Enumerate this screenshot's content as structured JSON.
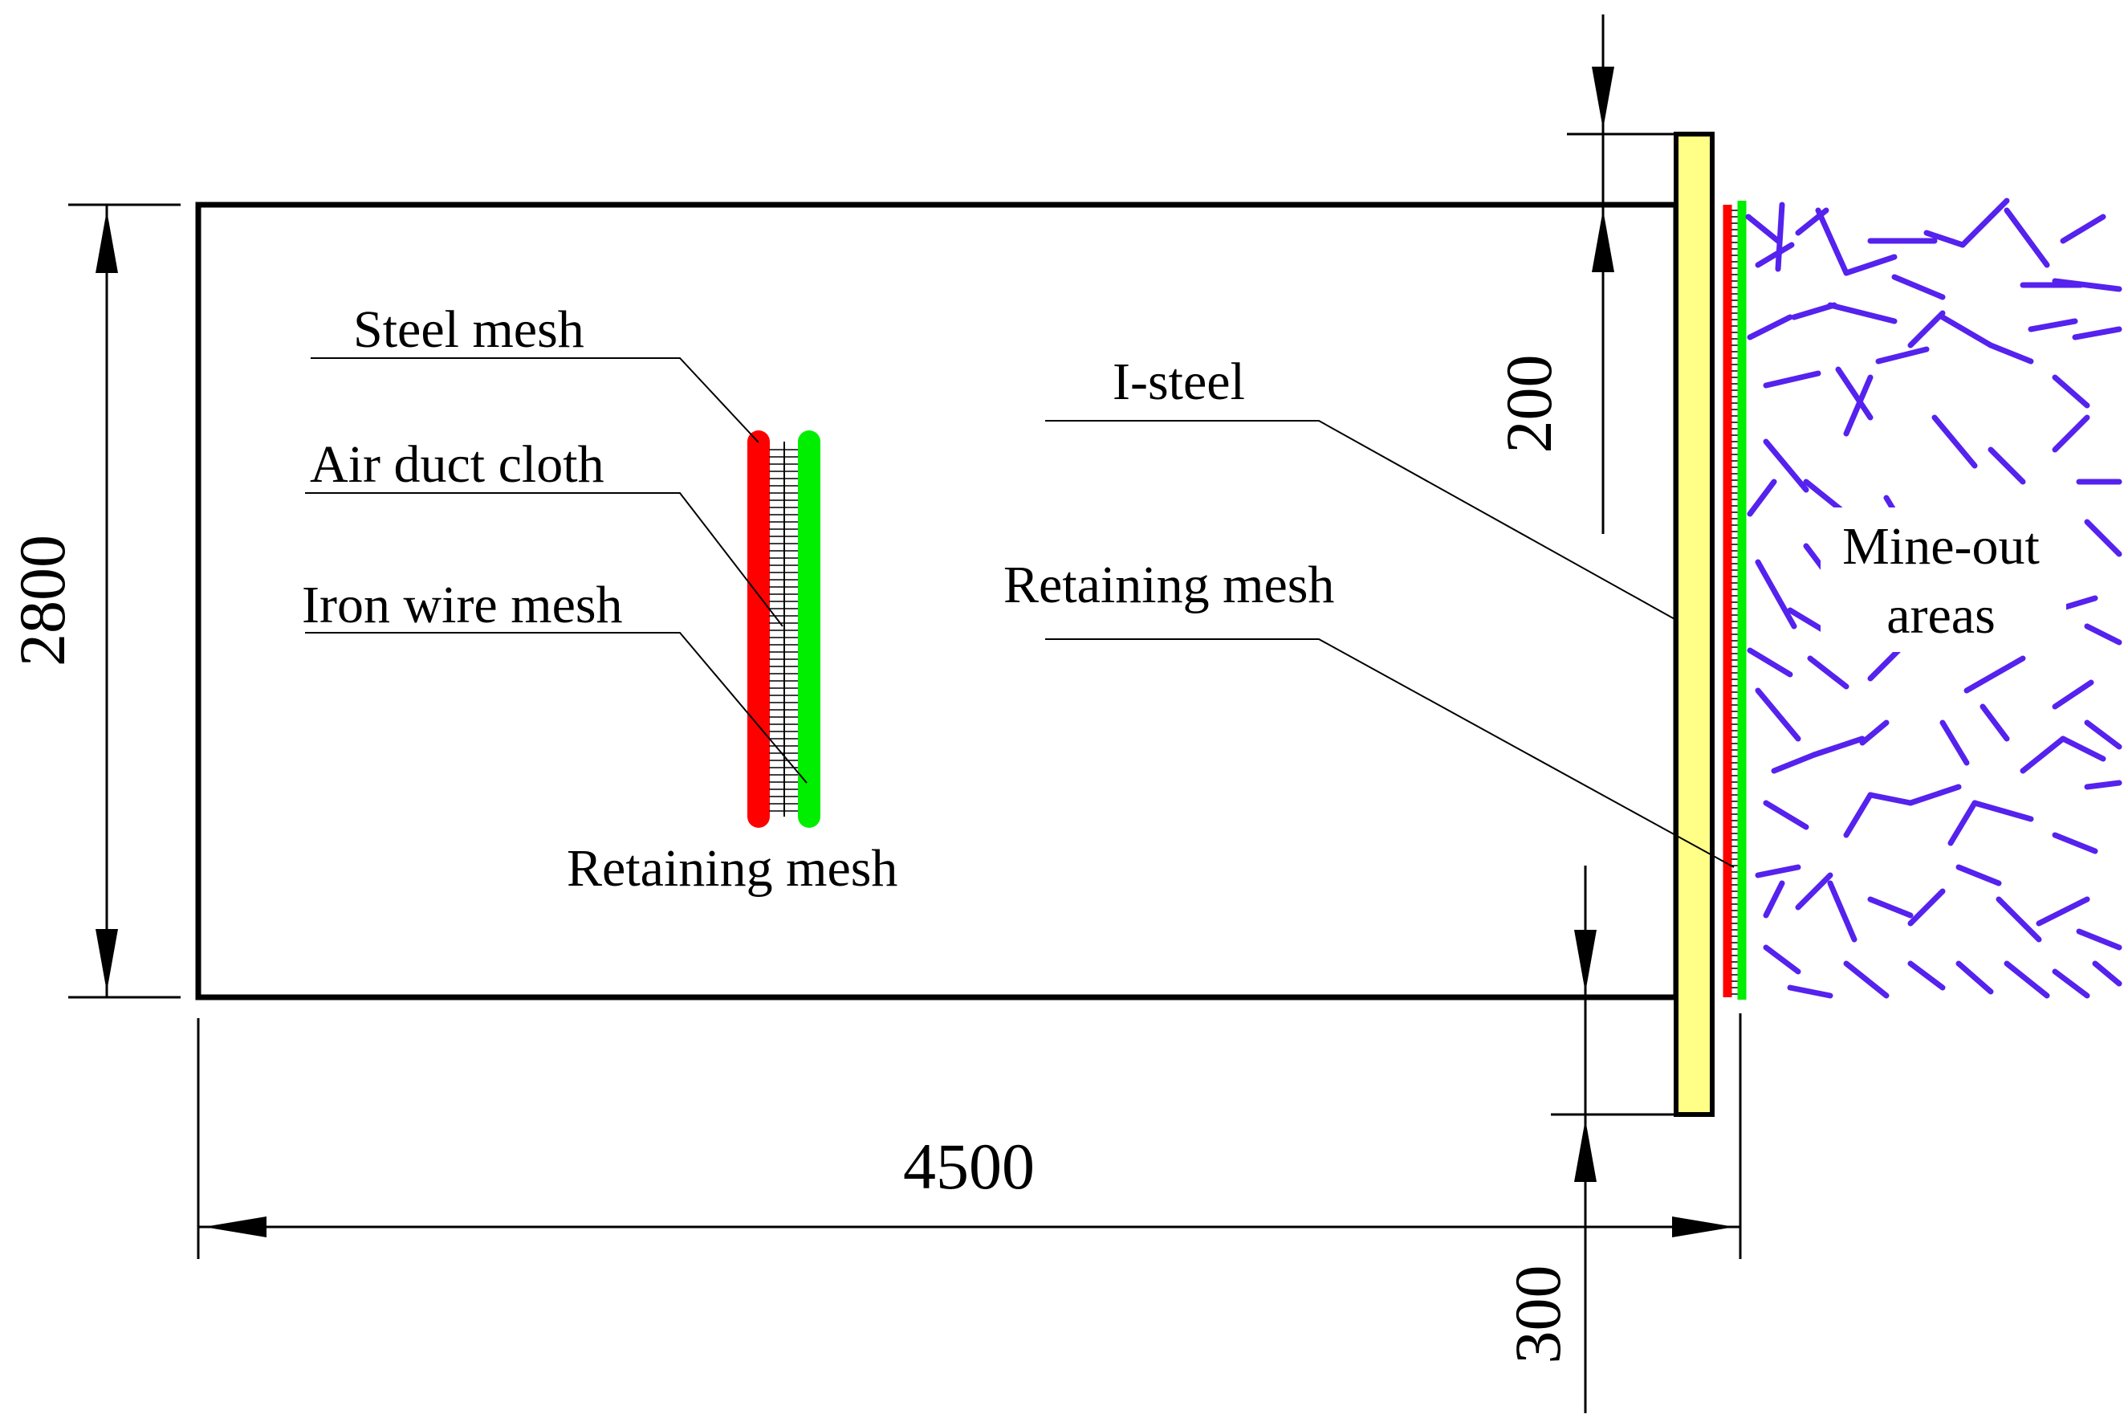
{
  "dimensions": {
    "height": "2800",
    "width": "4500",
    "top_offset": "200",
    "bottom_offset": "300"
  },
  "labels": {
    "steel_mesh": "Steel mesh",
    "air_duct_cloth": "Air duct cloth",
    "iron_wire_mesh": "Iron wire mesh",
    "retaining_mesh_detail": "Retaining mesh",
    "i_steel": "I-steel",
    "retaining_mesh_wall": "Retaining mesh",
    "mined_out_line1": "Mine-out",
    "mined_out_line2": "areas"
  },
  "colors": {
    "steel_mesh": "#ff0000",
    "retaining_mesh": "#00ee00",
    "i_steel": "#ffff88",
    "mined_out_rock": "#5522ee",
    "outline": "#000000"
  }
}
